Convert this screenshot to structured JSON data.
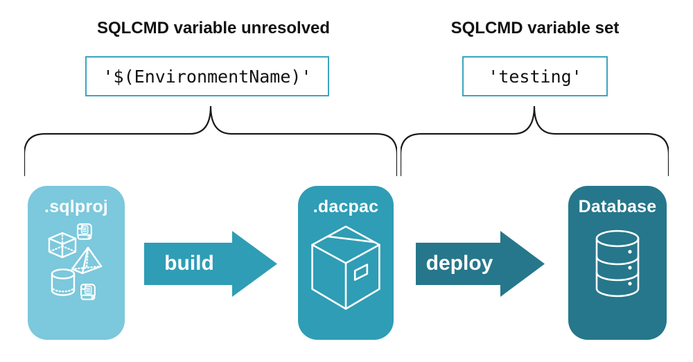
{
  "annotations": {
    "left": {
      "title": "SQLCMD variable unresolved",
      "code": "'$(EnvironmentName)'"
    },
    "right": {
      "title": "SQLCMD variable set",
      "code": "'testing'"
    }
  },
  "pipeline": {
    "nodes": [
      {
        "label": ".sqlproj",
        "color": "#7cc8dc",
        "icons": [
          "cube-icon",
          "scroll-icon",
          "pyramid-icon",
          "cylinder-icon",
          "scroll-icon"
        ]
      },
      {
        "label": ".dacpac",
        "color": "#2f9db5",
        "icons": [
          "package-icon"
        ]
      },
      {
        "label": "Database",
        "color": "#26778b",
        "icons": [
          "database-icon"
        ]
      }
    ],
    "arrows": [
      {
        "label": "build",
        "color": "#2f9db5"
      },
      {
        "label": "deploy",
        "color": "#26778b"
      }
    ]
  },
  "colors": {
    "background": "#ffffff",
    "heading_text": "#111111",
    "code_text": "#111111",
    "code_box_border": "#3aa5bf",
    "brace_stroke": "#1a1a1a",
    "icon_stroke": "#ffffff",
    "node_sqlproj": "#7cc8dc",
    "node_dacpac": "#2f9db5",
    "node_database": "#26778b",
    "arrow_build": "#2f9db5",
    "arrow_deploy": "#26778b"
  }
}
